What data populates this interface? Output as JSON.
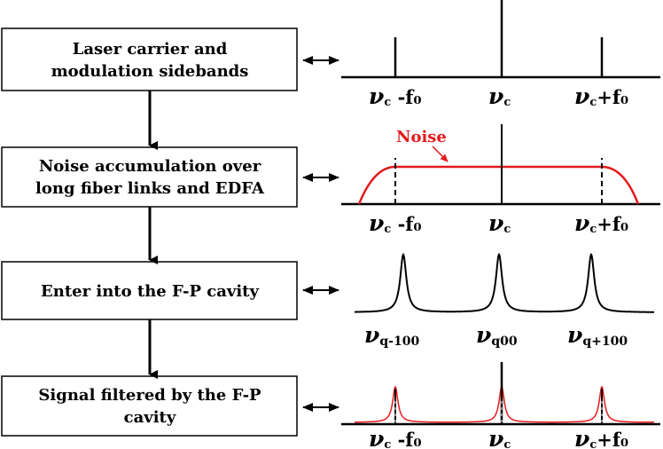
{
  "colors": {
    "ink": "#000000",
    "noise": "#e31a1c"
  },
  "steps": [
    {
      "lines": [
        "Laser carrier and",
        "modulation sidebands"
      ]
    },
    {
      "lines": [
        "Noise accumulation over",
        "long fiber links and EDFA"
      ]
    },
    {
      "lines": [
        "Enter into the F-P cavity"
      ]
    },
    {
      "lines": [
        "Signal filtered by the F-P",
        "cavity"
      ]
    }
  ],
  "panels": {
    "carrier": {
      "labels": [
        {
          "nu": "ν",
          "sub": "c",
          "rest": " -f₀"
        },
        {
          "nu": "ν",
          "sub": "c",
          "rest": ""
        },
        {
          "nu": "ν",
          "sub": "c",
          "rest": "+f₀"
        }
      ]
    },
    "noise": {
      "annotation": "Noise",
      "labels": [
        {
          "nu": "ν",
          "sub": "c",
          "rest": " -f₀"
        },
        {
          "nu": "ν",
          "sub": "c",
          "rest": ""
        },
        {
          "nu": "ν",
          "sub": "c",
          "rest": "+f₀"
        }
      ]
    },
    "cavity": {
      "labels": [
        {
          "nu": "ν",
          "sub": "q-100",
          "rest": ""
        },
        {
          "nu": "ν",
          "sub": "q00",
          "rest": ""
        },
        {
          "nu": "ν",
          "sub": "q+100",
          "rest": ""
        }
      ]
    },
    "filtered": {
      "labels": [
        {
          "nu": "ν",
          "sub": "c",
          "rest": " -f₀"
        },
        {
          "nu": "ν",
          "sub": "c",
          "rest": ""
        },
        {
          "nu": "ν",
          "sub": "c",
          "rest": "+f₀"
        }
      ]
    }
  }
}
